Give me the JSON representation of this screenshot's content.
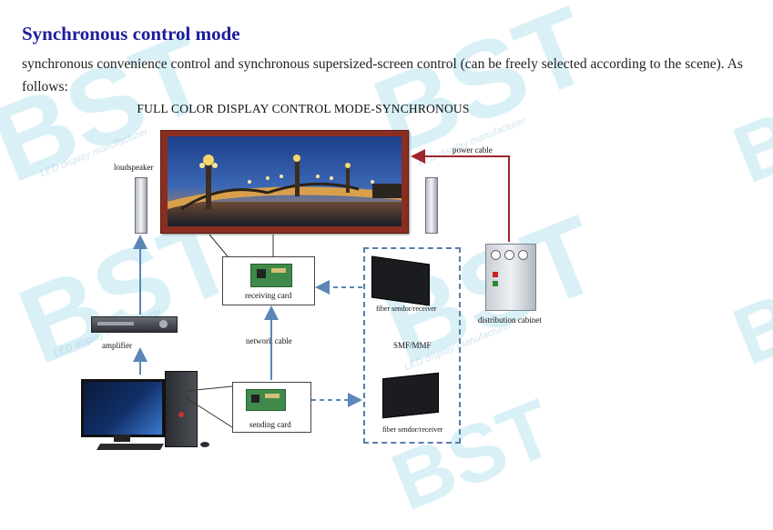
{
  "heading": "Synchronous control mode",
  "paragraph": "synchronous convenience control and synchronous supersized-screen control (can be freely selected according to the scene). As follows:",
  "diagram": {
    "title": "FULL COLOR DISPLAY CONTROL MODE-SYNCHRONOUS",
    "labels": {
      "loudspeaker": "loudspeaker",
      "power_cable": "power cable",
      "receiving_card": "receiving card",
      "fiber_top": "fiber sendor/receiver",
      "distribution_cabinet": "distribution cabinet",
      "amplifier": "amplifier",
      "network_cable": "network cable",
      "smf_mmf": "SMF/MMF",
      "sending_card": "sending card",
      "fiber_bottom": "fiber sendor/receiver"
    }
  },
  "watermark": {
    "logo": "BST",
    "tagline": "LED display manufacturer"
  },
  "colors": {
    "heading": "#1d1d9a",
    "arrow_blue": "#5a86b8",
    "arrow_red": "#a0262e",
    "frame": "#8a2e22"
  }
}
